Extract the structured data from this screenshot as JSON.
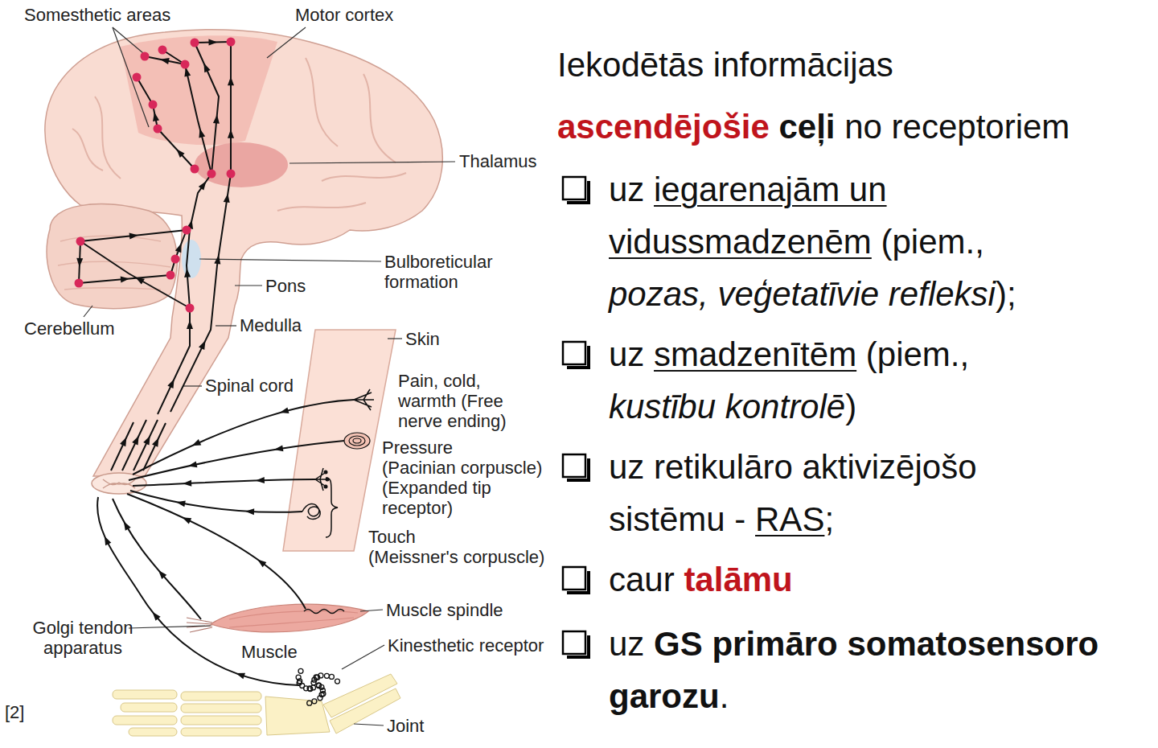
{
  "diagram": {
    "labels": [
      "Somesthetic areas",
      "Motor cortex",
      "Thalamus",
      "Bulboreticular formation",
      "Pons",
      "Cerebellum",
      "Medulla",
      "Skin",
      "Spinal cord",
      "Pain, cold, warmth (Free nerve ending)",
      "Pressure",
      "(Pacinian corpuscle)",
      "(Expanded tip receptor)",
      "Touch",
      "(Meissner's corpuscle)",
      "Muscle spindle",
      "Golgi tendon apparatus",
      "Muscle",
      "Kinesthetic receptor",
      "Joint",
      "[2]",
      "Iekodētās informācijas",
      "ascendējošie",
      "ceļi",
      "no receptoriem",
      "uz",
      "iegarenajām un vidussmadzenēm",
      "(piem.,",
      "pozas, veģetatīvie refleksi",
      ");",
      "uz",
      "smadzenītēm",
      "(piem.,",
      "kustību kontrolē",
      ")",
      "uz retikulāro aktivizējošo sistēmu -",
      "RAS",
      ";",
      "caur",
      "talāmu",
      "uz",
      "GS primāro somatosensoro garozu",
      "."
    ]
  }
}
